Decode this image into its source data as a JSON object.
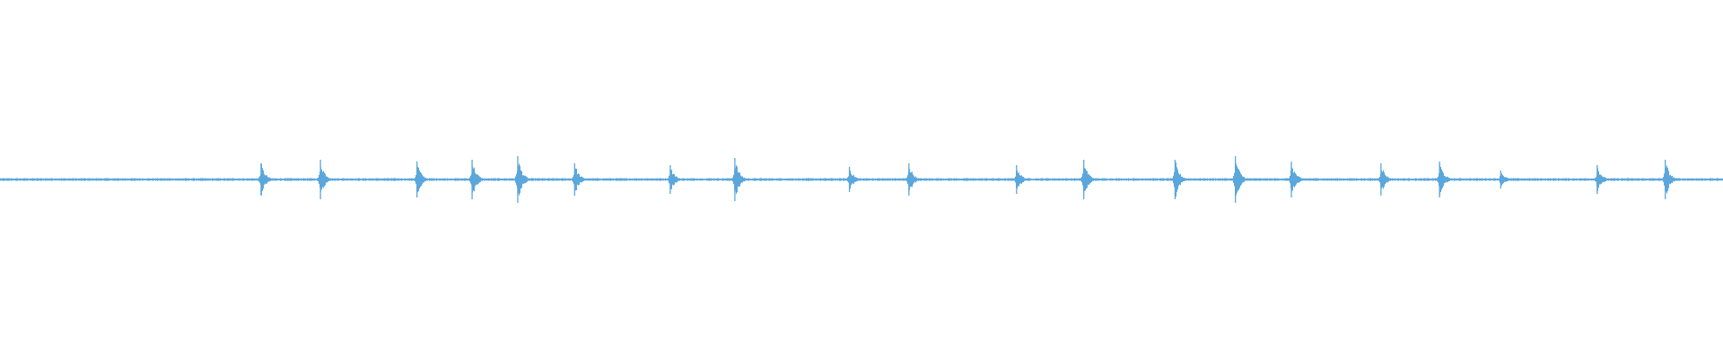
{
  "waveform": {
    "color": "#5ba7dc",
    "background": "#ffffff",
    "duration_fraction_bursts": [
      {
        "at": 0.1515,
        "amplitude": 0.45
      },
      {
        "at": 0.186,
        "amplitude": 0.55
      },
      {
        "at": 0.242,
        "amplitude": 0.5
      },
      {
        "at": 0.274,
        "amplitude": 0.55
      },
      {
        "at": 0.3005,
        "amplitude": 0.65
      },
      {
        "at": 0.3335,
        "amplitude": 0.45
      },
      {
        "at": 0.389,
        "amplitude": 0.4
      },
      {
        "at": 0.4265,
        "amplitude": 0.6
      },
      {
        "at": 0.493,
        "amplitude": 0.35
      },
      {
        "at": 0.5275,
        "amplitude": 0.45
      },
      {
        "at": 0.59,
        "amplitude": 0.4
      },
      {
        "at": 0.629,
        "amplitude": 0.55
      },
      {
        "at": 0.682,
        "amplitude": 0.55
      },
      {
        "at": 0.717,
        "amplitude": 0.65
      },
      {
        "at": 0.7495,
        "amplitude": 0.5
      },
      {
        "at": 0.8015,
        "amplitude": 0.45
      },
      {
        "at": 0.8355,
        "amplitude": 0.5
      },
      {
        "at": 0.871,
        "amplitude": 0.25
      },
      {
        "at": 0.927,
        "amplitude": 0.4
      },
      {
        "at": 0.9665,
        "amplitude": 0.55
      }
    ],
    "baseline_noise": 0.04
  }
}
